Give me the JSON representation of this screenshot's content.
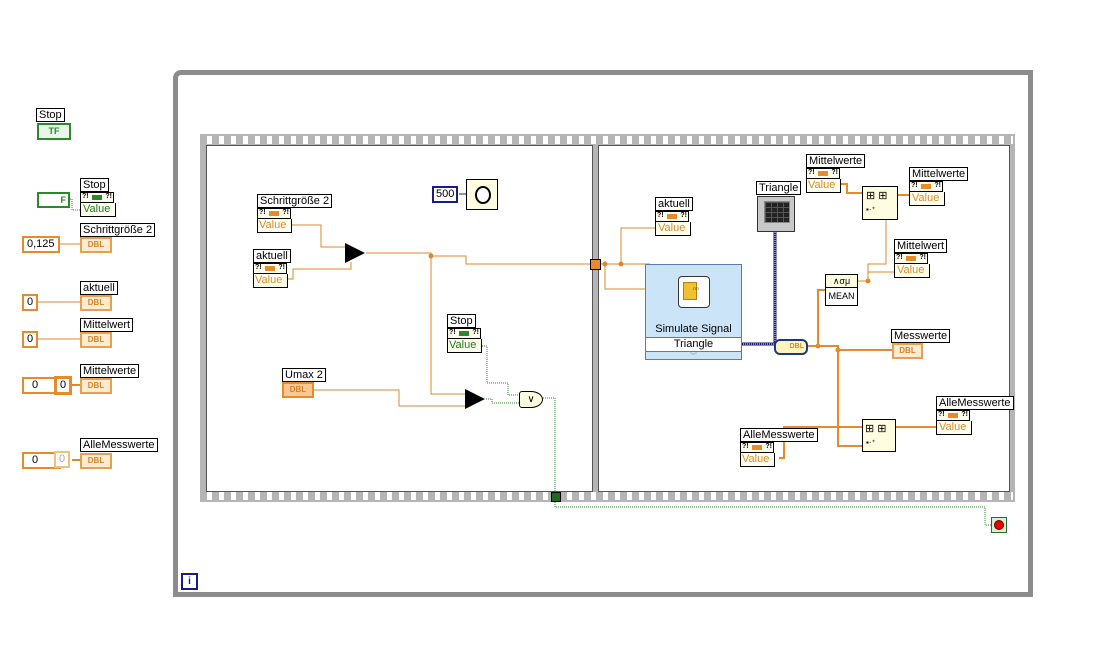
{
  "diagram": {
    "type": "LabVIEW block diagram",
    "while_loop": {
      "iteration_terminal_icon": "info-icon",
      "stop_terminal_icon": "stop-circle-icon"
    },
    "outside_left": {
      "stop_control": {
        "label": "Stop",
        "type_text": "TF"
      },
      "stop_property_node": {
        "label": "Stop",
        "constant": "F",
        "property": "Value"
      },
      "schrittgroesse_node": {
        "label": "Schrittgröße 2",
        "constant": "0,125",
        "type_text": "DBL"
      },
      "aktuell_node": {
        "label": "aktuell",
        "constant": "0",
        "type_text": "DBL"
      },
      "mittelwert_node": {
        "label": "Mittelwert",
        "constant": "0",
        "type_text": "DBL"
      },
      "mittelwerte_node": {
        "label": "Mittelwerte",
        "index": "0",
        "element": "0",
        "type_text": "DBL"
      },
      "allemesswerte_node": {
        "label": "AlleMesswerte",
        "index": "0",
        "element": "0",
        "type_text": "DBL"
      }
    },
    "frame1": {
      "wait_constant": "500",
      "wait_icon": "watch-icon",
      "schrittgroesse_prop": {
        "label": "Schrittgröße 2",
        "property": "Value"
      },
      "aktuell_prop": {
        "label": "aktuell",
        "property": "Value"
      },
      "add_symbol": "+",
      "umax_terminal": {
        "label": "Umax 2",
        "type_text": "DBL"
      },
      "stop_prop": {
        "label": "Stop",
        "property": "Value"
      },
      "compare_symbol": "≥",
      "or_symbol": "∨"
    },
    "frame2": {
      "aktuell_prop": {
        "label": "aktuell",
        "property": "Value"
      },
      "simulate_signal": {
        "title": "Simulate Signal",
        "mode": "Triangle"
      },
      "triangle_graph": {
        "label": "Triangle"
      },
      "convert_label": "DBL",
      "mittelwerte_in": {
        "label": "Mittelwerte",
        "property": "Value"
      },
      "mittelwerte_out": {
        "label": "Mittelwerte",
        "property": "Value"
      },
      "mittelwert_prop": {
        "label": "Mittelwert",
        "property": "Value"
      },
      "mean": {
        "symbol": "∧σμ",
        "label": "MEAN"
      },
      "messwerte": {
        "label": "Messwerte",
        "type_text": "DBL"
      },
      "allemesswerte_in": {
        "label": "AlleMesswerte",
        "property": "Value"
      },
      "allemesswerte_out": {
        "label": "AlleMesswerte",
        "property": "Value"
      }
    },
    "common": {
      "q": "?!"
    }
  }
}
